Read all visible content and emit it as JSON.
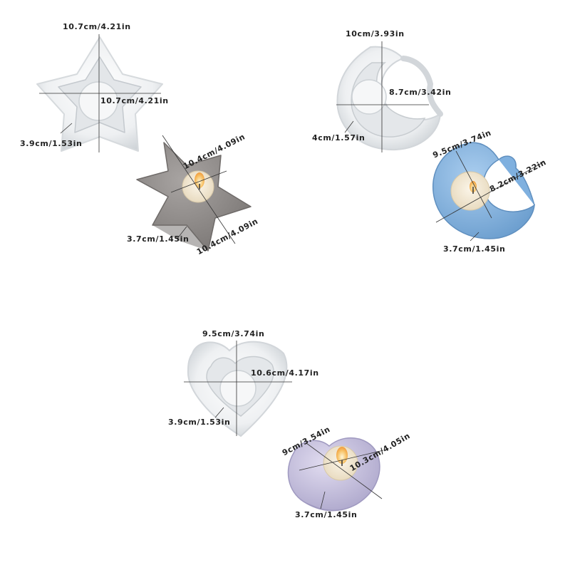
{
  "colors": {
    "mold": "#eef0f2",
    "mold_shadow": "#c9ced3",
    "star_candle": "#8f8b89",
    "moon_candle": "#87b6e0",
    "heart_candle": "#c8c3df",
    "tealight": "#f3ead7",
    "flame": "#f6b25a",
    "line": "#333333"
  },
  "star": {
    "mold_width": "10.7cm/4.21in",
    "mold_height": "10.7cm/4.21in",
    "mold_depth": "3.9cm/1.53in",
    "candle_width": "10.4cm/4.09in",
    "candle_height": "10.4cm/4.09in",
    "candle_depth": "3.7cm/1.45in"
  },
  "moon": {
    "mold_width": "10cm/3.93in",
    "mold_height": "8.7cm/3.42in",
    "mold_depth": "4cm/1.57in",
    "candle_width": "9.5cm/3.74in",
    "candle_height": "8.2cm/3.22in",
    "candle_depth": "3.7cm/1.45in"
  },
  "heart": {
    "mold_width": "9.5cm/3.74in",
    "mold_height": "10.6cm/4.17in",
    "mold_depth": "3.9cm/1.53in",
    "candle_width": "9cm/3.54in",
    "candle_height": "10.3cm/4.05in",
    "candle_depth": "3.7cm/1.45in"
  }
}
